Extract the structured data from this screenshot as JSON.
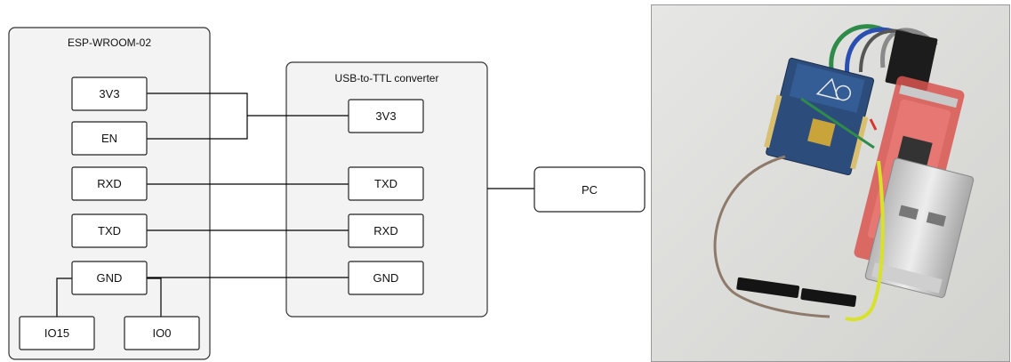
{
  "esp": {
    "title": "ESP-WROOM-02",
    "pins": {
      "v33": "3V3",
      "en": "EN",
      "rxd": "RXD",
      "txd": "TXD",
      "gnd": "GND",
      "io15": "IO15",
      "io0": "IO0"
    }
  },
  "usb": {
    "title": "USB-to-TTL converter",
    "pins": {
      "v33": "3V3",
      "txd": "TXD",
      "rxd": "RXD",
      "gnd": "GND"
    }
  },
  "pc": {
    "label": "PC"
  },
  "photo": {
    "description_hidden": ""
  }
}
